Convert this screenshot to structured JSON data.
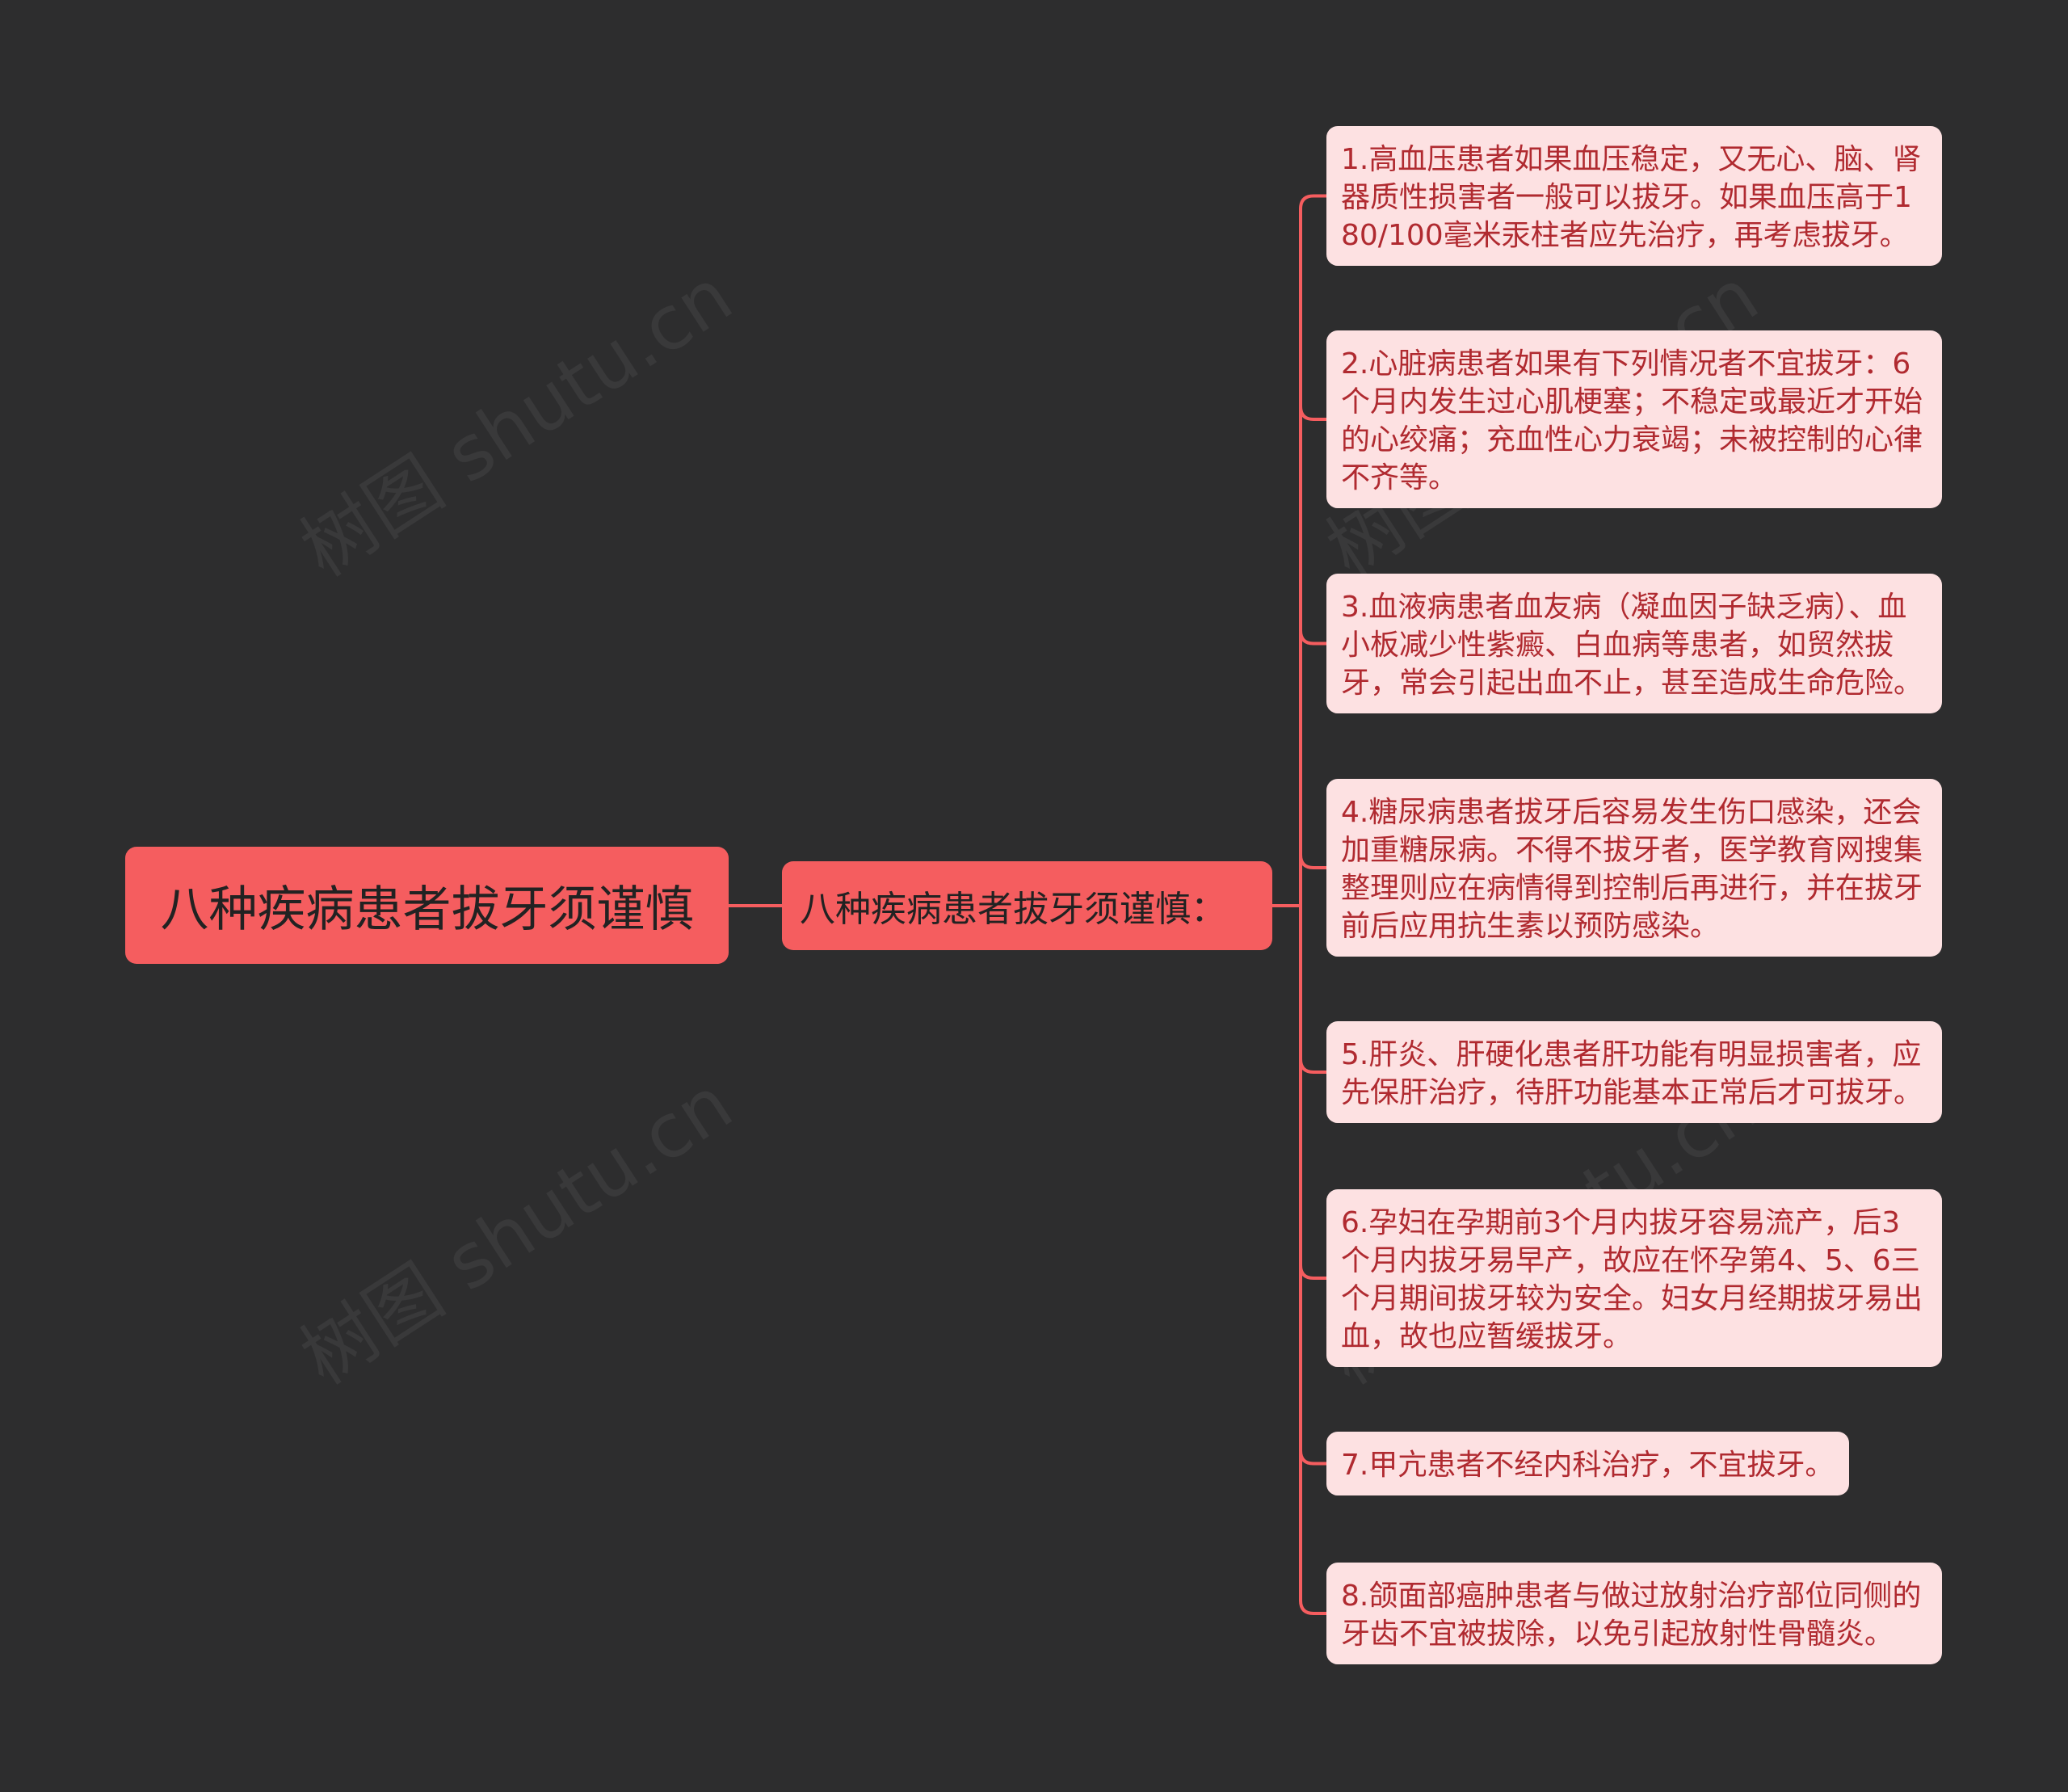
{
  "root": {
    "label": "八种疾病患者拔牙须谨慎"
  },
  "branch": {
    "label": "八种疾病患者拔牙须谨慎："
  },
  "leaves": [
    {
      "text": "1.高血压患者如果血压稳定，又无心、脑、肾器质性损害者一般可以拔牙。如果血压高于180/100毫米汞柱者应先治疗，再考虑拔牙。"
    },
    {
      "text": "2.心脏病患者如果有下列情况者不宜拔牙：6个月内发生过心肌梗塞；不稳定或最近才开始的心绞痛；充血性心力衰竭；未被控制的心律不齐等。"
    },
    {
      "text": "3.血液病患者血友病（凝血因子缺乏病）、血小板减少性紫癜、白血病等患者，如贸然拔牙，常会引起出血不止，甚至造成生命危险。"
    },
    {
      "text": "4.糖尿病患者拔牙后容易发生伤口感染，还会加重糖尿病。不得不拔牙者，医学教育网搜集整理则应在病情得到控制后再进行，并在拔牙前后应用抗生素以预防感染。"
    },
    {
      "text": "5.肝炎、肝硬化患者肝功能有明显损害者，应先保肝治疗，待肝功能基本正常后才可拔牙。"
    },
    {
      "text": "6.孕妇在孕期前3个月内拔牙容易流产，后3个月内拔牙易早产，故应在怀孕第4、5、6三个月期间拔牙较为安全。妇女月经期拔牙易出血，故也应暂缓拔牙。"
    },
    {
      "text": "7.甲亢患者不经内科治疗，不宜拔牙。"
    },
    {
      "text": "8.颌面部癌肿患者与做过放射治疗部位同侧的牙齿不宜被拔除，以免引起放射性骨髓炎。"
    }
  ],
  "colors": {
    "background": "#2d2d2e",
    "main_node": "#f55d5f",
    "leaf_fill": "#fde1e2",
    "leaf_text": "#b02a30",
    "connector": "#f55d5f"
  }
}
